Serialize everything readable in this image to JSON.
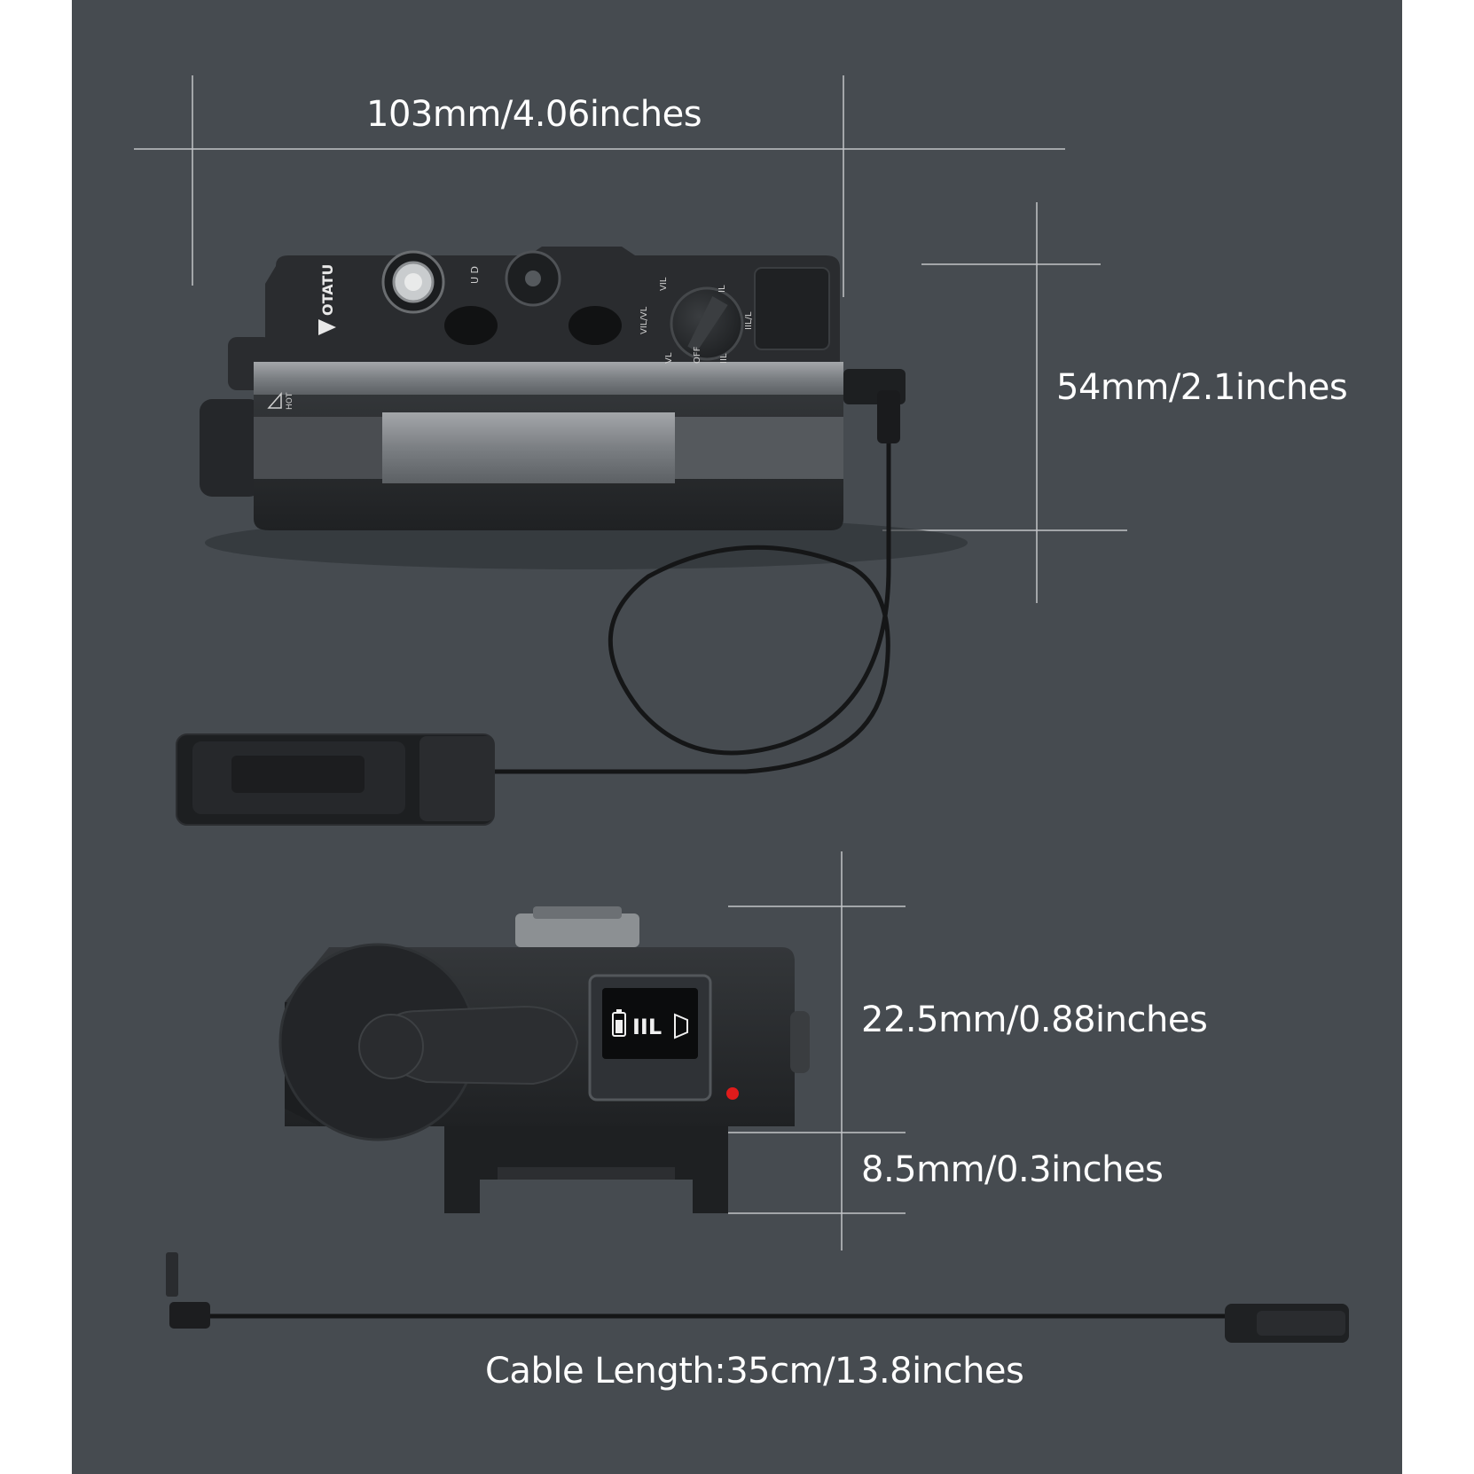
{
  "dimensions": {
    "width": "103mm/4.06inches",
    "height": "54mm/2.1inches",
    "body_height": "22.5mm/0.88inches",
    "rail_height": "8.5mm/0.3inches",
    "cable_length": "Cable Length:35cm/13.8inches"
  },
  "device": {
    "brand_logo_text": "OTATU",
    "switch_labels": [
      "VIL",
      "IL",
      "IIL/L",
      "IIL",
      "OFF",
      "VL",
      "VIL/VL"
    ],
    "elevation_labels": [
      "U",
      "D"
    ],
    "display_text": "IIL",
    "hot_warning": "HOT",
    "icons": [
      "battery-icon",
      "laser-icon",
      "power-button-icon",
      "indicator-led-icon"
    ]
  },
  "colors": {
    "background": "#464b50",
    "device_body": "#2b2d30",
    "device_band": "#8a8d90",
    "label_text": "#ffffff",
    "indicator_led": "#e01b1b"
  }
}
